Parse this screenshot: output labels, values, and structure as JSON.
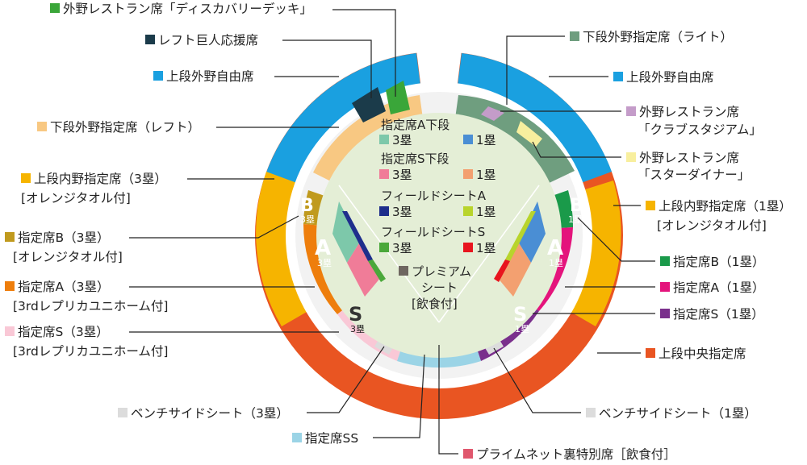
{
  "legend_left": [
    {
      "text": "外野レストラン席「ディスカバリーデッキ」",
      "color": "#3aa639"
    },
    {
      "text": "レフト巨人応援席",
      "color": "#1b3b4a"
    },
    {
      "text": "上段外野自由席",
      "color": "#1aa0e0"
    },
    {
      "text": "下段外野指定席（レフト）",
      "color": "#f8c882"
    },
    {
      "text": "上段内野指定席（3塁）",
      "line2": "[オレンジタオル付]",
      "color": "#f6b400"
    },
    {
      "text": "指定席B（3塁）",
      "line2": "[オレンジタオル付]",
      "color": "#c09a1e"
    },
    {
      "text": "指定席A（3塁）",
      "line2": "[3rdレプリカユニホーム付]",
      "color": "#ee7e0c"
    },
    {
      "text": "指定席S（3塁）",
      "line2": "[3rdレプリカユニホーム付]",
      "color": "#f9c8d6"
    },
    {
      "text": "ベンチサイドシート（3塁）",
      "color": "#dcdcdc"
    },
    {
      "text": "指定席SS",
      "color": "#9bd4e6"
    }
  ],
  "legend_right": [
    {
      "text": "下段外野指定席（ライト）",
      "color": "#6f9e7f"
    },
    {
      "text": "上段外野自由席",
      "color": "#1aa0e0"
    },
    {
      "text": "外野レストラン席",
      "line2": "「クラブスタジアム」",
      "color": "#c49cc9"
    },
    {
      "text": "外野レストラン席",
      "line2": "「スターダイナー」",
      "color": "#f8ef9e"
    },
    {
      "text": "上段内野指定席（1塁）",
      "line2": "[オレンジタオル付]",
      "color": "#f6b400"
    },
    {
      "text": "指定席B（1塁）",
      "color": "#1a9a4a"
    },
    {
      "text": "指定席A（1塁）",
      "color": "#e4147c"
    },
    {
      "text": "指定席S（1塁）",
      "color": "#7a2f8c"
    },
    {
      "text": "上段中央指定席",
      "color": "#e95522"
    },
    {
      "text": "ベンチサイドシート（1塁）",
      "color": "#dcdcdc"
    },
    {
      "text": "プライムネット裏特別席［飲食付］",
      "color": "#e0576d"
    }
  ],
  "inner_legend": {
    "title1": "指定席A下段",
    "title2": "指定席S下段",
    "title3": "フィールドシートA",
    "title4": "フィールドシートS",
    "label_3b": "3塁",
    "label_1b": "1塁",
    "premium_line1": "プレミアム",
    "premium_line2": "シート",
    "premium_line3": "[飲食付]",
    "colors": {
      "a_lower_3b": "#7dc8aa",
      "a_lower_1b": "#4a8ed4",
      "s_lower_3b": "#f07c98",
      "s_lower_1b": "#f3a070",
      "field_a_3b": "#1e2e8c",
      "field_a_1b": "#b8d42c",
      "field_s_3b": "#4aa83a",
      "field_s_1b": "#e8141e",
      "premium": "#6e6660"
    }
  },
  "block_letters": {
    "b3": "B",
    "b3_sub": "3塁",
    "a3": "A",
    "a3_sub": "3塁",
    "s3": "S",
    "s3_sub": "3塁",
    "b1": "B",
    "b1_sub": "1塁",
    "a1": "A",
    "a1_sub": "1塁",
    "s1": "S",
    "s1_sub": "1塁"
  }
}
